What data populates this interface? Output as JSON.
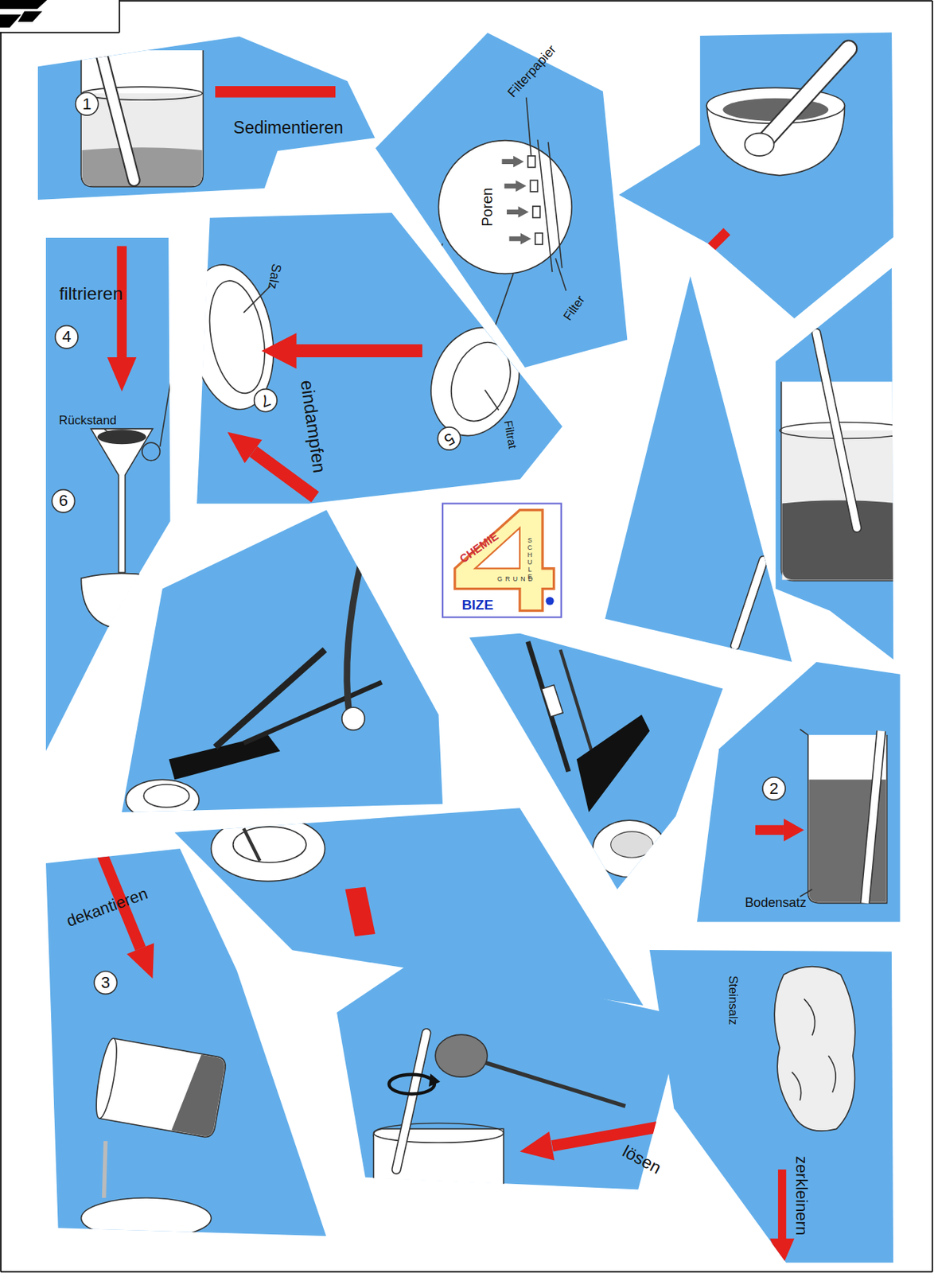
{
  "diagram": {
    "nodes": [
      {
        "text": [
          "1",
          "Sedimentieren"
        ]
      },
      {
        "text": [
          "Filterpapier",
          "Poren",
          "Filter"
        ]
      },
      {
        "text": [
          "filtrieren",
          "4",
          "Rückstand",
          "6"
        ]
      },
      {
        "text": [
          "Salz",
          "eindampfen",
          "7",
          "5",
          "Filtrat"
        ]
      },
      {
        "text": [
          "2",
          "Bodensatz"
        ]
      },
      {
        "text": [
          "dekantieren",
          "3"
        ]
      },
      {
        "text": [
          "lösen"
        ]
      },
      {
        "text": [
          "Steinsalz",
          "zerkleinern"
        ]
      }
    ],
    "labels": [
      "CHEMIE",
      "SCHULE",
      "GRUND",
      "BIZE"
    ]
  }
}
